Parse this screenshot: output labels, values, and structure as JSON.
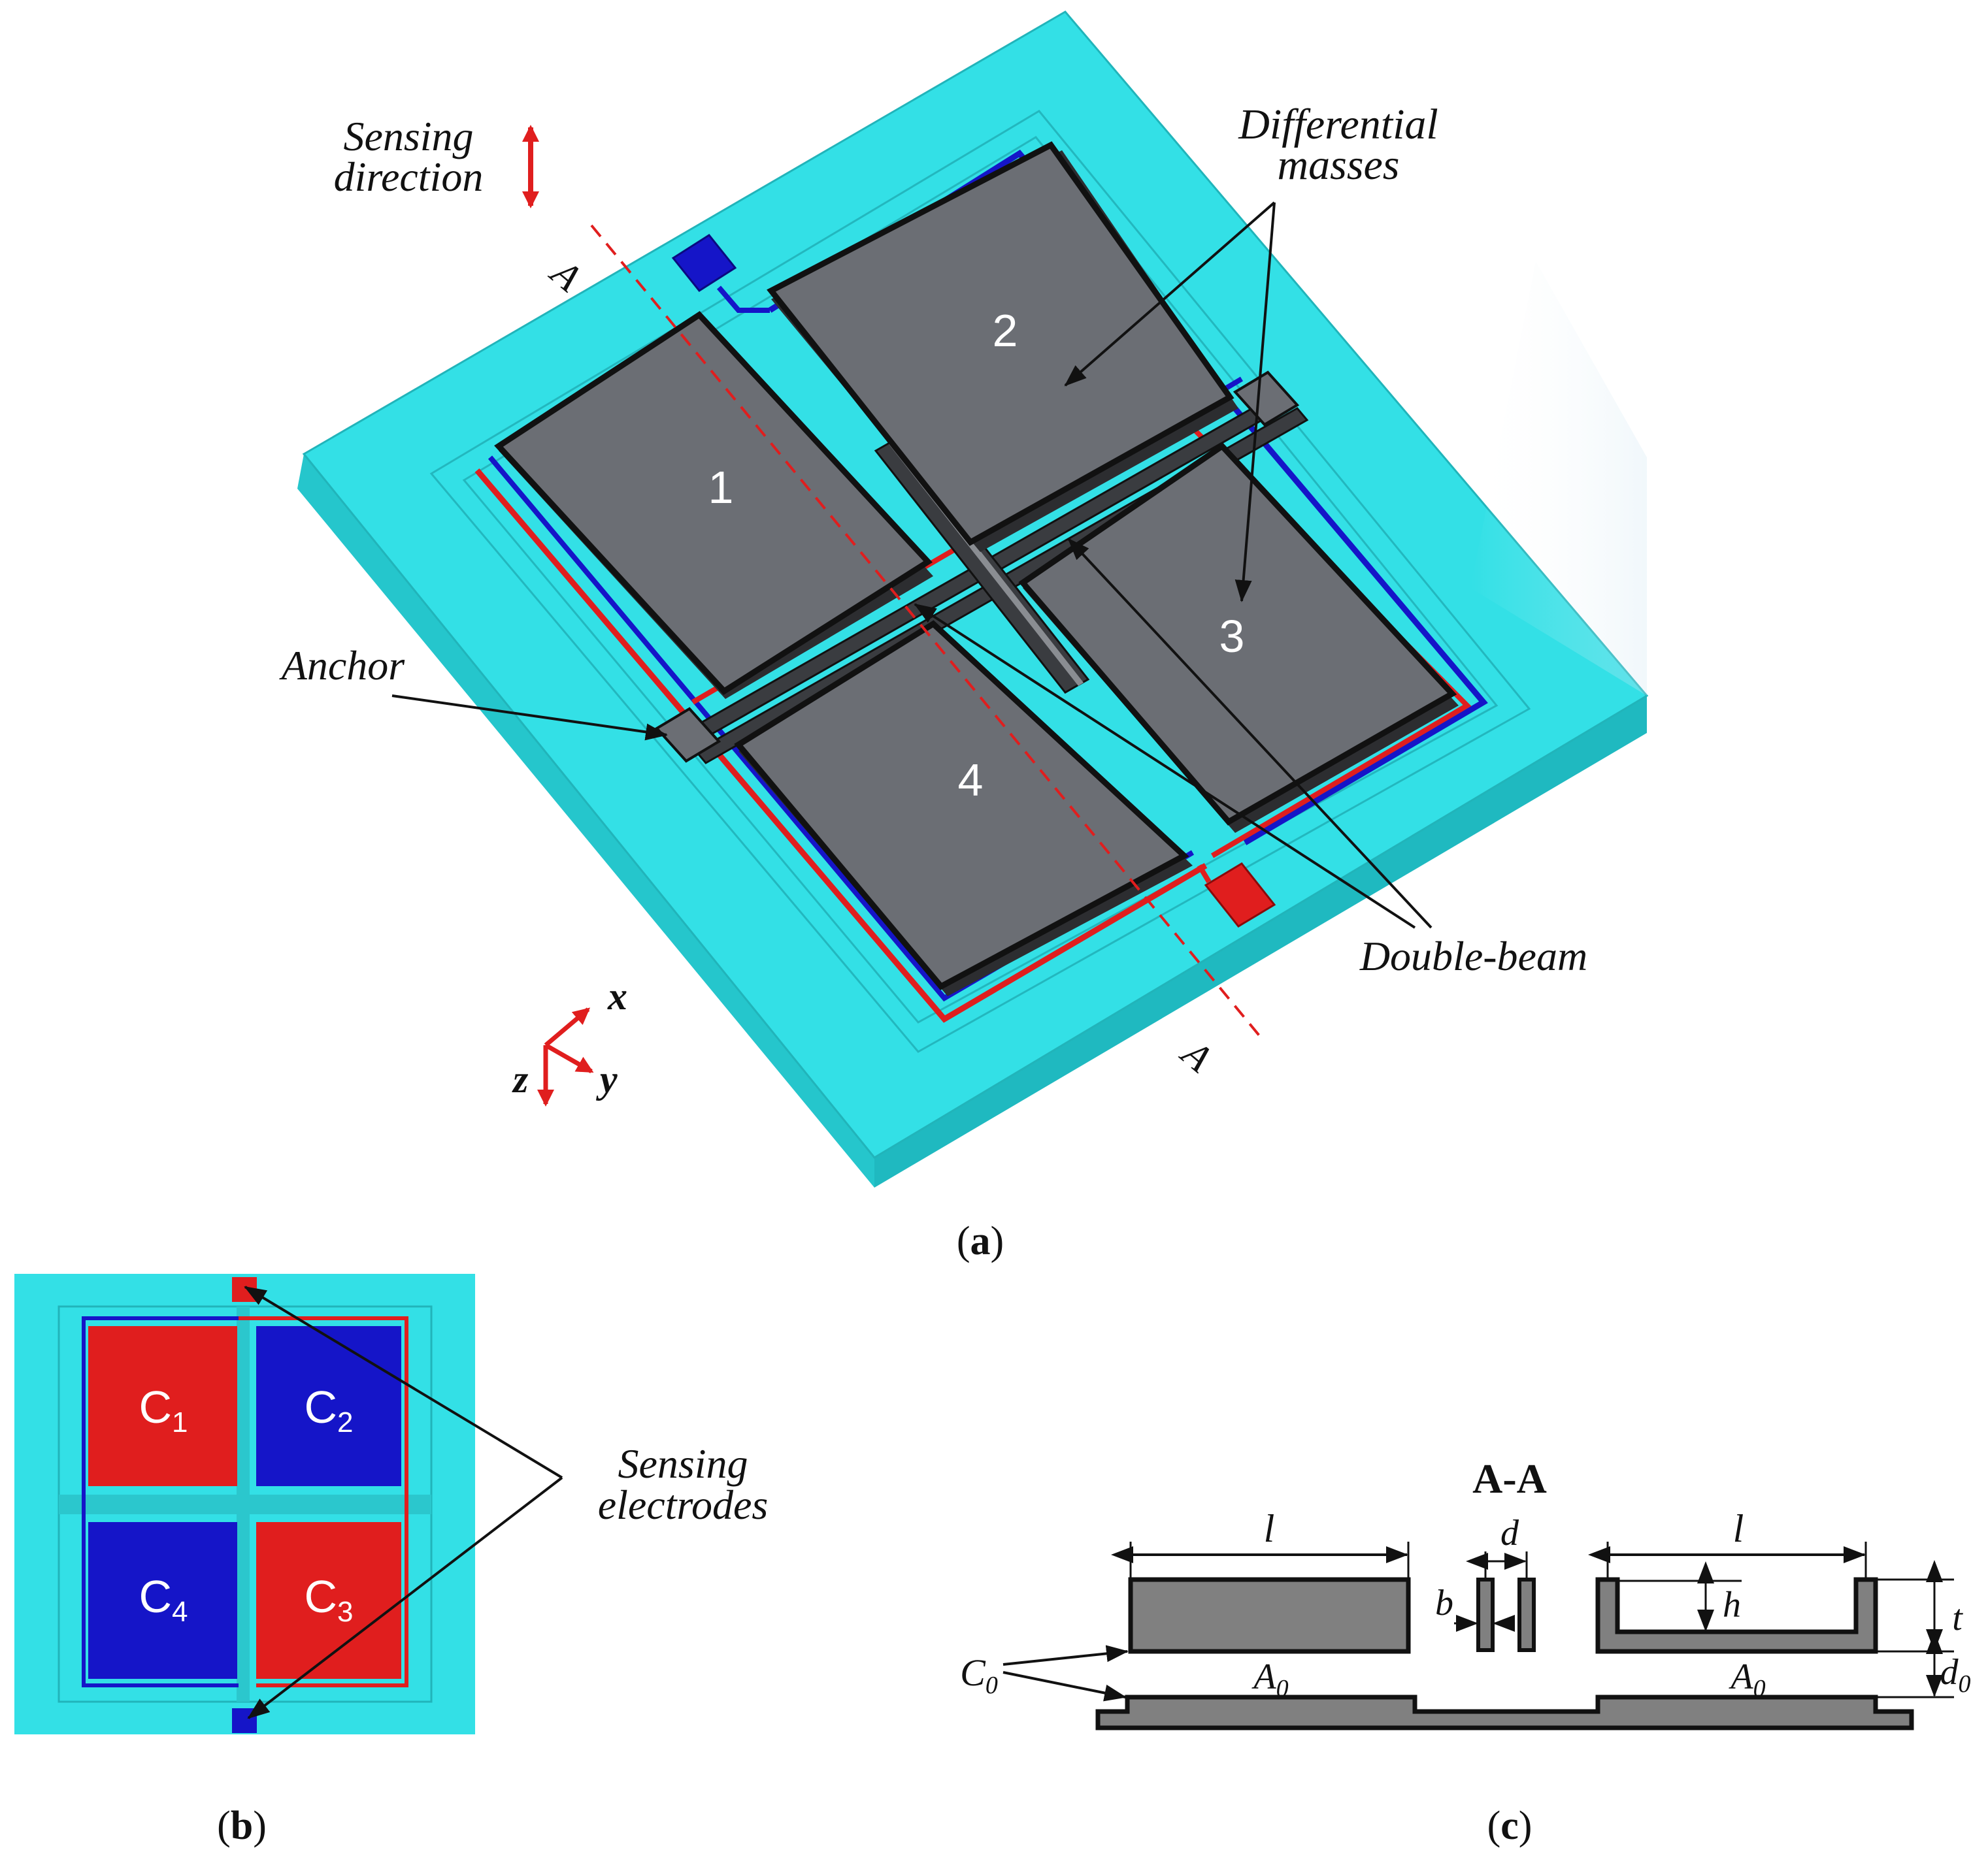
{
  "panel_a": {
    "caption_letter": "a",
    "labels": {
      "sensing_line1": "Sensing",
      "sensing_line2": "direction",
      "diff_line1": "Differential",
      "diff_line2": "masses",
      "anchor": "Anchor",
      "double_beam": "Double-beam",
      "section_mark": "A"
    },
    "masses": [
      "1",
      "2",
      "3",
      "4"
    ],
    "axes": {
      "x": "x",
      "y": "y",
      "z": "z"
    }
  },
  "panel_b": {
    "caption_letter": "b",
    "electrodes": [
      {
        "name": "C",
        "sub": "1"
      },
      {
        "name": "C",
        "sub": "2"
      },
      {
        "name": "C",
        "sub": "3"
      },
      {
        "name": "C",
        "sub": "4"
      }
    ],
    "label_line1": "Sensing",
    "label_line2": "electrodes"
  },
  "panel_c": {
    "caption_letter": "c",
    "title": "A-A",
    "dims": {
      "l": "l",
      "d": "d",
      "b": "b",
      "h": "h",
      "t": "t",
      "d0_base": "d",
      "d0_sub": "0",
      "A0_base": "A",
      "A0_sub": "0",
      "C0_base": "C",
      "C0_sub": "0"
    }
  },
  "colors": {
    "substrate": "#33e0e6",
    "mass": "#6b6e74",
    "electrode_red": "#e01e1e",
    "electrode_blue": "#1515c8",
    "outline": "#111111"
  }
}
